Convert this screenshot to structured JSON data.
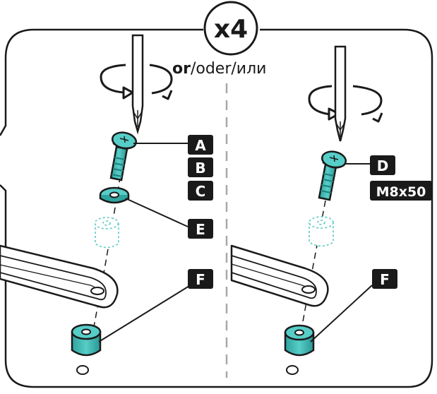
{
  "quantity": "x4",
  "alternative": {
    "first": "or",
    "rest": "/oder/или"
  },
  "left_panel": {
    "labels": [
      "A",
      "B",
      "C",
      "E",
      "F"
    ]
  },
  "right_panel": {
    "labels": [
      "D",
      "M8x50",
      "F"
    ]
  },
  "colors": {
    "outline": "#1a1a1a",
    "teal": "#3fb8b3",
    "teal_dark": "#1f7f7c",
    "dashed_part": "#6fd0cc",
    "divider": "#a8a8a8",
    "label_bg": "#1a1a1a"
  },
  "icons": [
    "screwdriver-icon",
    "rotate-arrow-icon",
    "screw-icon",
    "washer-icon",
    "spacer-icon",
    "arm-icon",
    "hole-icon"
  ]
}
